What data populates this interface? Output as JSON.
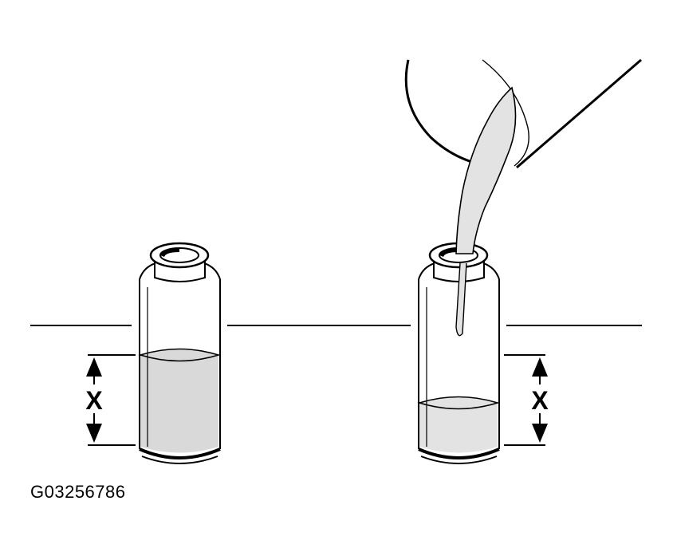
{
  "figure_code": "G03256786",
  "measurement_label_left": "X",
  "measurement_label_right": "X",
  "colors": {
    "line": "#000000",
    "liquid": "#d9d9d9",
    "background": "#ffffff"
  }
}
